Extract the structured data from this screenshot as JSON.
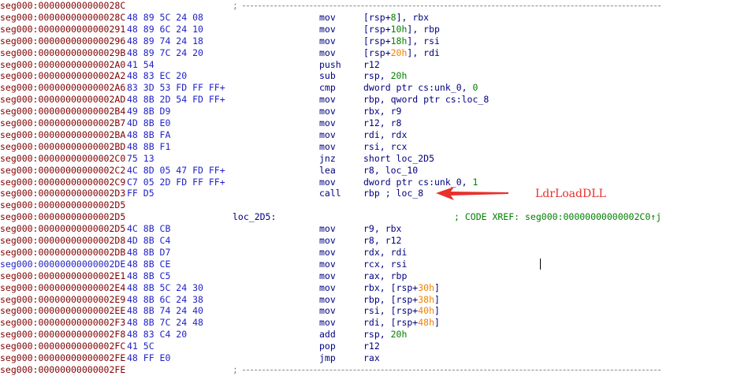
{
  "colors": {
    "address": "#800000",
    "selected_address": "#1f1fc8",
    "bytes": "#1f1fc8",
    "annotation": "#e8302c"
  },
  "annotation": {
    "text": "LdrLoadDLL"
  },
  "rows": [
    {
      "addr": "seg000:000000000000028C",
      "sep": ";"
    },
    {
      "addr": "seg000:000000000000028C",
      "bytes": "48 89 5C 24 08",
      "mnem": "mov",
      "ops": [
        [
          "[rsp+",
          ""
        ],
        [
          "8",
          "green"
        ],
        [
          "], rbx",
          ""
        ]
      ]
    },
    {
      "addr": "seg000:0000000000000291",
      "bytes": "48 89 6C 24 10",
      "mnem": "mov",
      "ops": [
        [
          "[rsp+",
          ""
        ],
        [
          "10h",
          "green"
        ],
        [
          "], rbp",
          ""
        ]
      ]
    },
    {
      "addr": "seg000:0000000000000296",
      "bytes": "48 89 74 24 18",
      "mnem": "mov",
      "ops": [
        [
          "[rsp+",
          ""
        ],
        [
          "18h",
          "green"
        ],
        [
          "], rsi",
          ""
        ]
      ]
    },
    {
      "addr": "seg000:000000000000029B",
      "bytes": "48 89 7C 24 20",
      "mnem": "mov",
      "ops": [
        [
          "[rsp+",
          ""
        ],
        [
          "20h",
          "orange"
        ],
        [
          "], rdi",
          ""
        ]
      ]
    },
    {
      "addr": "seg000:00000000000002A0",
      "bytes": "41 54",
      "mnem": "push",
      "ops": [
        [
          "r12",
          ""
        ]
      ]
    },
    {
      "addr": "seg000:00000000000002A2",
      "bytes": "48 83 EC 20",
      "mnem": "sub",
      "ops": [
        [
          "rsp, ",
          ""
        ],
        [
          "20h",
          "green"
        ]
      ]
    },
    {
      "addr": "seg000:00000000000002A6",
      "bytes": "83 3D 53 FD FF FF+",
      "mnem": "cmp",
      "ops": [
        [
          "dword ptr cs:unk_0, ",
          ""
        ],
        [
          "0",
          "green"
        ]
      ]
    },
    {
      "addr": "seg000:00000000000002AD",
      "bytes": "48 8B 2D 54 FD FF+",
      "mnem": "mov",
      "ops": [
        [
          "rbp, qword ptr cs:loc_8",
          ""
        ]
      ]
    },
    {
      "addr": "seg000:00000000000002B4",
      "bytes": "49 8B D9",
      "mnem": "mov",
      "ops": [
        [
          "rbx, r9",
          ""
        ]
      ]
    },
    {
      "addr": "seg000:00000000000002B7",
      "bytes": "4D 8B E0",
      "mnem": "mov",
      "ops": [
        [
          "r12, r8",
          ""
        ]
      ]
    },
    {
      "addr": "seg000:00000000000002BA",
      "bytes": "48 8B FA",
      "mnem": "mov",
      "ops": [
        [
          "rdi, rdx",
          ""
        ]
      ]
    },
    {
      "addr": "seg000:00000000000002BD",
      "bytes": "48 8B F1",
      "mnem": "mov",
      "ops": [
        [
          "rsi, rcx",
          ""
        ]
      ]
    },
    {
      "addr": "seg000:00000000000002C0",
      "bytes": "75 13",
      "mnem": "jnz",
      "ops": [
        [
          "short loc_2D5",
          ""
        ]
      ]
    },
    {
      "addr": "seg000:00000000000002C2",
      "bytes": "4C 8D 05 47 FD FF+",
      "mnem": "lea",
      "ops": [
        [
          "r8, loc_10",
          ""
        ]
      ]
    },
    {
      "addr": "seg000:00000000000002C9",
      "bytes": "C7 05 2D FD FF FF+",
      "mnem": "mov",
      "ops": [
        [
          "dword ptr cs:unk_0, ",
          ""
        ],
        [
          "1",
          "green"
        ]
      ]
    },
    {
      "addr": "seg000:00000000000002D3",
      "bytes": "FF D5",
      "mnem": "call",
      "ops": [
        [
          "rbp ; loc_8",
          ""
        ]
      ]
    },
    {
      "addr": "seg000:00000000000002D5"
    },
    {
      "addr": "seg000:00000000000002D5",
      "label": "loc_2D5:",
      "comment": "; CODE XREF: seg000:00000000000002C0↑j"
    },
    {
      "addr": "seg000:00000000000002D5",
      "bytes": "4C 8B CB",
      "mnem": "mov",
      "ops": [
        [
          "r9, rbx",
          ""
        ]
      ]
    },
    {
      "addr": "seg000:00000000000002D8",
      "bytes": "4D 8B C4",
      "mnem": "mov",
      "ops": [
        [
          "r8, r12",
          ""
        ]
      ]
    },
    {
      "addr": "seg000:00000000000002DB",
      "bytes": "48 8B D7",
      "mnem": "mov",
      "ops": [
        [
          "rdx, rdi",
          ""
        ]
      ]
    },
    {
      "addr": "seg000:00000000000002DE",
      "bytes": "48 8B CE",
      "mnem": "mov",
      "ops": [
        [
          "rcx, rsi",
          ""
        ]
      ],
      "selected": true
    },
    {
      "addr": "seg000:00000000000002E1",
      "bytes": "48 8B C5",
      "mnem": "mov",
      "ops": [
        [
          "rax, rbp",
          ""
        ]
      ]
    },
    {
      "addr": "seg000:00000000000002E4",
      "bytes": "48 8B 5C 24 30",
      "mnem": "mov",
      "ops": [
        [
          "rbx, [rsp+",
          ""
        ],
        [
          "30h",
          "orange"
        ],
        [
          "]",
          ""
        ]
      ]
    },
    {
      "addr": "seg000:00000000000002E9",
      "bytes": "48 8B 6C 24 38",
      "mnem": "mov",
      "ops": [
        [
          "rbp, [rsp+",
          ""
        ],
        [
          "38h",
          "orange"
        ],
        [
          "]",
          ""
        ]
      ]
    },
    {
      "addr": "seg000:00000000000002EE",
      "bytes": "48 8B 74 24 40",
      "mnem": "mov",
      "ops": [
        [
          "rsi, [rsp+",
          ""
        ],
        [
          "40h",
          "orange"
        ],
        [
          "]",
          ""
        ]
      ]
    },
    {
      "addr": "seg000:00000000000002F3",
      "bytes": "48 8B 7C 24 48",
      "mnem": "mov",
      "ops": [
        [
          "rdi, [rsp+",
          ""
        ],
        [
          "48h",
          "orange"
        ],
        [
          "]",
          ""
        ]
      ]
    },
    {
      "addr": "seg000:00000000000002F8",
      "bytes": "48 83 C4 20",
      "mnem": "add",
      "ops": [
        [
          "rsp, ",
          ""
        ],
        [
          "20h",
          "green"
        ]
      ]
    },
    {
      "addr": "seg000:00000000000002FC",
      "bytes": "41 5C",
      "mnem": "pop",
      "ops": [
        [
          "r12",
          ""
        ]
      ]
    },
    {
      "addr": "seg000:00000000000002FE",
      "bytes": "48 FF E0",
      "mnem": "jmp",
      "ops": [
        [
          "rax",
          ""
        ]
      ]
    },
    {
      "addr": "seg000:00000000000002FE",
      "sep": ";"
    }
  ]
}
